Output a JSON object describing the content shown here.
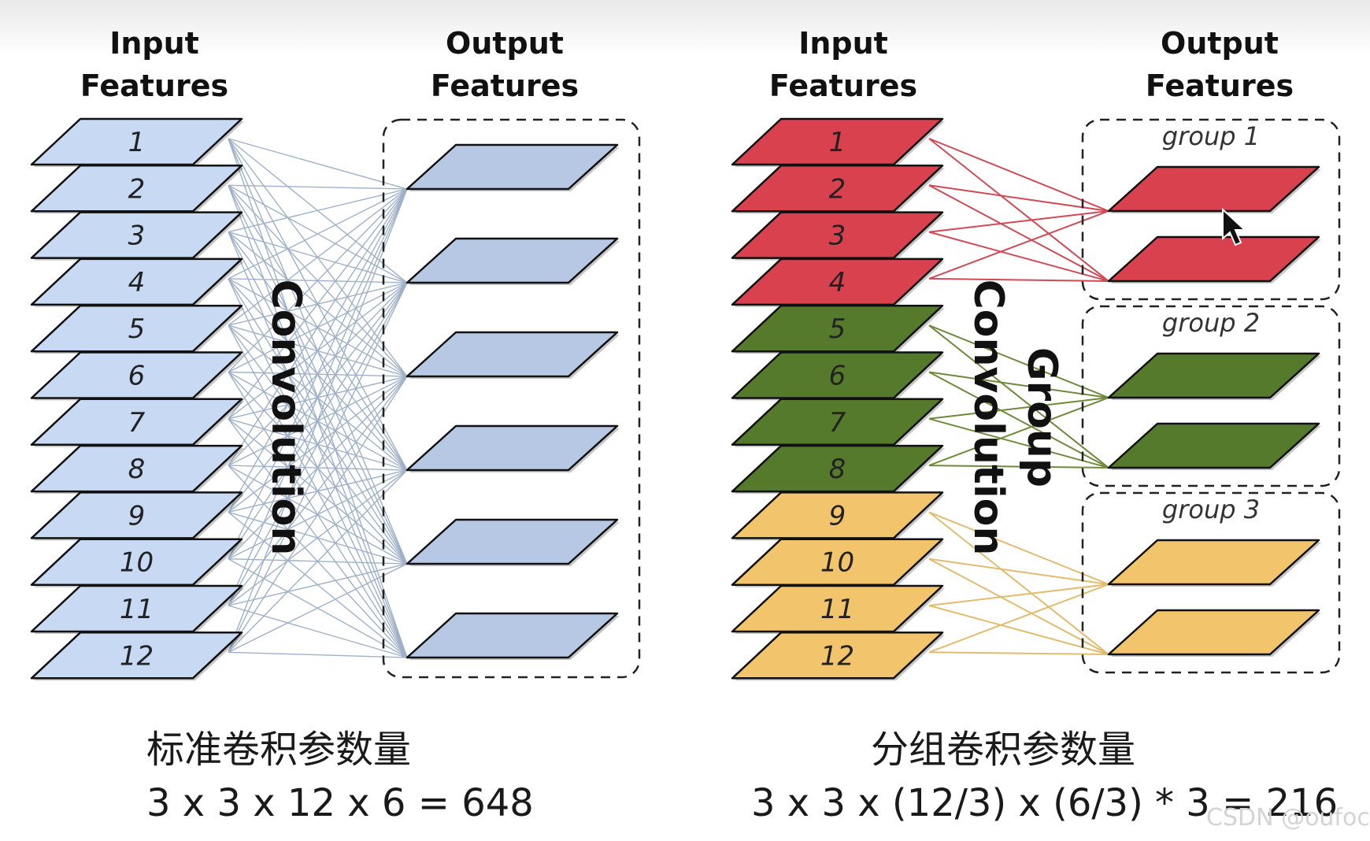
{
  "colors": {
    "blue": "#c8d9f3",
    "blue_out": "#b6c8e4",
    "red": "#d9414e",
    "green": "#557a2c",
    "yellow": "#f2c46c",
    "line_blue": "#9fb1c8",
    "line_red": "#d04a55",
    "line_green": "#6e8a3a",
    "line_yellow": "#e0bd6e"
  },
  "left": {
    "input_title": [
      "Input",
      "Features"
    ],
    "output_title": [
      "Output",
      "Features"
    ],
    "operation": "Convolution",
    "inputs": [
      "1",
      "2",
      "3",
      "4",
      "5",
      "6",
      "7",
      "8",
      "9",
      "10",
      "11",
      "12"
    ],
    "output_count": 6,
    "caption": "标准卷积参数量",
    "formula": "3 x 3 x 12 x 6 = 648"
  },
  "right": {
    "input_title": [
      "Input",
      "Features"
    ],
    "output_title": [
      "Output",
      "Features"
    ],
    "operation": [
      "Convolution",
      "Group"
    ],
    "inputs": [
      "1",
      "2",
      "3",
      "4",
      "5",
      "6",
      "7",
      "8",
      "9",
      "10",
      "11",
      "12"
    ],
    "groups": [
      {
        "label": "group 1",
        "color": "red"
      },
      {
        "label": "group 2",
        "color": "green"
      },
      {
        "label": "group 3",
        "color": "yellow"
      }
    ],
    "caption": "分组卷积参数量",
    "formula": "3 x 3 x (12/3) x (6/3) * 3 = 216"
  },
  "watermark": "CSDN @oufoc"
}
